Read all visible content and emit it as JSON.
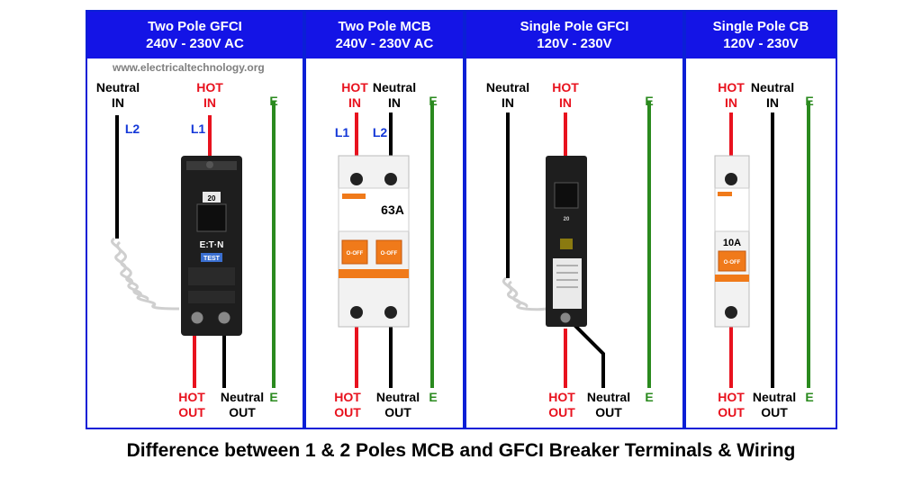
{
  "panels": [
    {
      "title": "Two Pole GFCI",
      "subtitle": "240V - 230V AC"
    },
    {
      "title": "Two Pole MCB",
      "subtitle": "240V - 230V AC"
    },
    {
      "title": "Single Pole GFCI",
      "subtitle": "120V - 230V"
    },
    {
      "title": "Single Pole CB",
      "subtitle": "120V - 230V"
    }
  ],
  "watermark": "www.electricaltechnology.org",
  "labels": {
    "neutral": "Neutral",
    "hot": "HOT",
    "in": "IN",
    "out": "OUT",
    "earth": "E",
    "l1": "L1",
    "l2": "L2"
  },
  "devices": {
    "gfci2_rating": "20",
    "gfci2_brand": "E:T·N",
    "gfci2_test": "TEST",
    "mcb2_rating": "63A",
    "mcb2_off": "O-OFF",
    "gfci1_rating": "20",
    "cb1_rating": "10A",
    "cb1_off": "O-OFF"
  },
  "caption": "Difference between 1 & 2 Poles MCB and GFCI Breaker Terminals & Wiring",
  "colors": {
    "header_blue": "#1414e6",
    "border_blue": "#0b1fd6",
    "hot_red": "#e8121e",
    "earth_green": "#2a8a1e",
    "neutral_black": "#000000",
    "breaker_orange": "#f07a1a"
  }
}
